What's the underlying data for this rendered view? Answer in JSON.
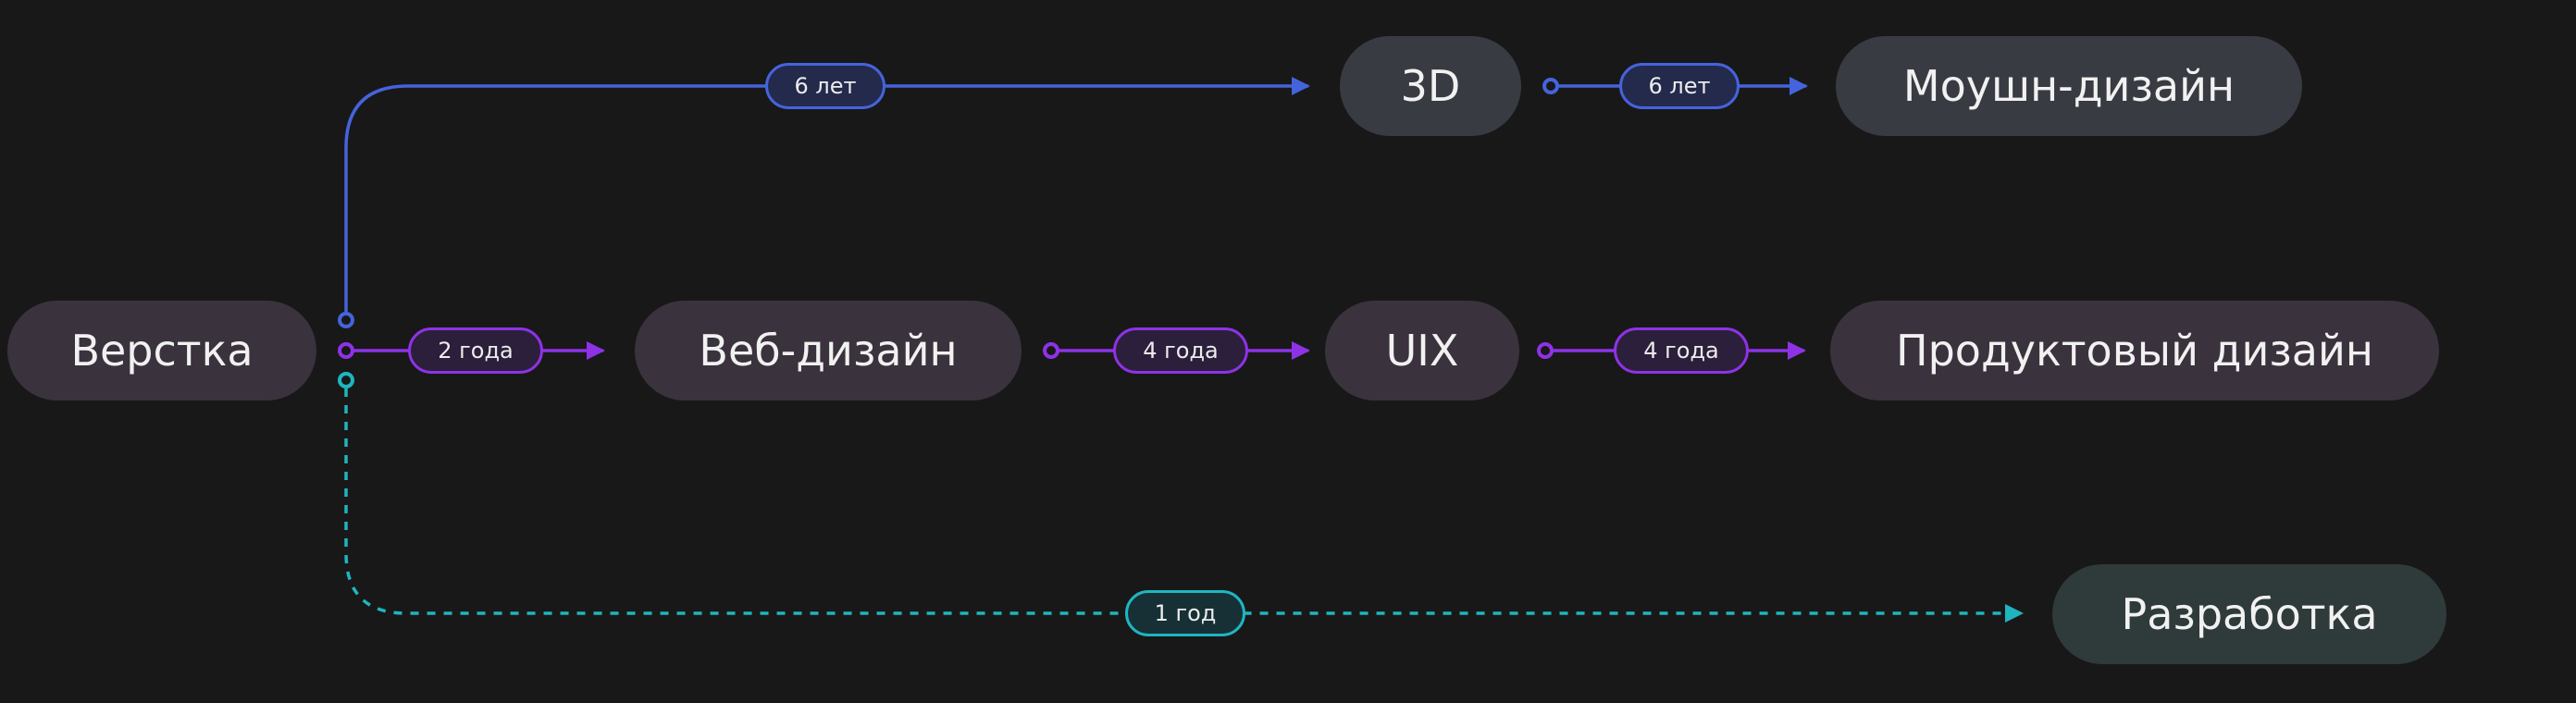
{
  "colors": {
    "background": "#181818",
    "purple": "#8e32e6",
    "blue": "#4563dc",
    "teal": "#1fb5c0"
  },
  "nodes": {
    "verstka": "Верстка",
    "web_design": "Веб-дизайн",
    "uix": "UIX",
    "product_design": "Продуктовый дизайн",
    "three_d": "3D",
    "motion_design": "Моушн-дизайн",
    "development": "Разработка"
  },
  "durations": {
    "verstka_to_web": "2 года",
    "web_to_uix": "4 года",
    "uix_to_product": "4 года",
    "verstka_to_3d": "6 лет",
    "three_d_to_motion": "6 лет",
    "verstka_to_dev": "1 год"
  }
}
